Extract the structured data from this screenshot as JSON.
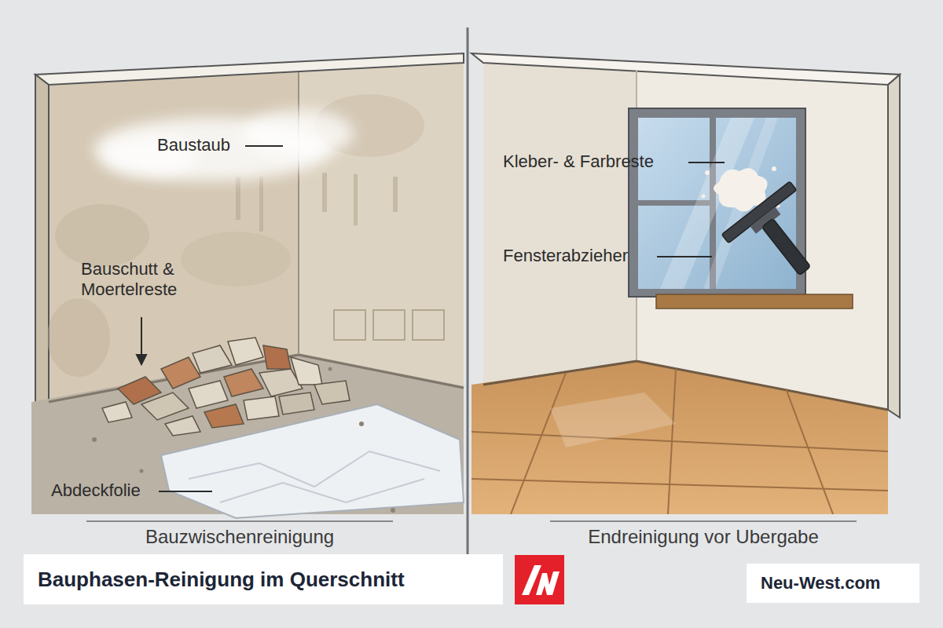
{
  "diagram": {
    "title": "Bauphasen-Reinigung im Querschnitt",
    "labels": [
      "Baustaub",
      "Bauschutt & Moertelreste",
      "Abdeckfolie",
      "Kleber- & Farbreste",
      "Fensterabzieher",
      "Bauzwischenreinigung",
      "Endreinigung vor Ubergabe",
      "Neu-West.com"
    ]
  }
}
